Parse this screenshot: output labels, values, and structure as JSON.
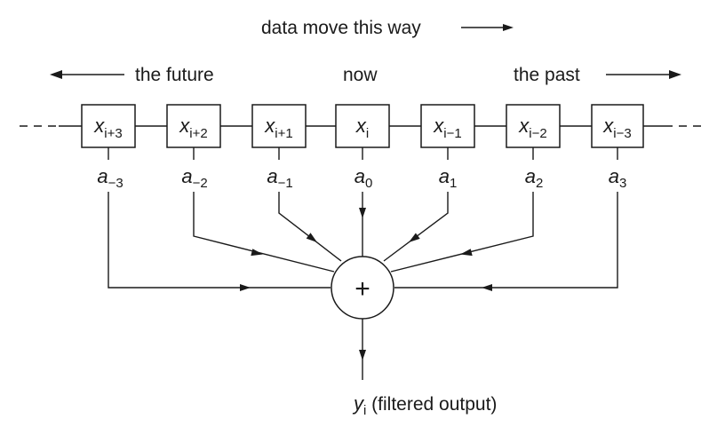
{
  "diagram": {
    "flow_label": "data move this way",
    "future_label": "the future",
    "now_label": "now",
    "past_label": "the past",
    "cells": [
      {
        "symbol": "x",
        "subscript": "i+3"
      },
      {
        "symbol": "x",
        "subscript": "i+2"
      },
      {
        "symbol": "x",
        "subscript": "i+1"
      },
      {
        "symbol": "x",
        "subscript": "i"
      },
      {
        "symbol": "x",
        "subscript": "i−1"
      },
      {
        "symbol": "x",
        "subscript": "i−2"
      },
      {
        "symbol": "x",
        "subscript": "i−3"
      }
    ],
    "coefficients": [
      {
        "symbol": "a",
        "subscript": "−3"
      },
      {
        "symbol": "a",
        "subscript": "−2"
      },
      {
        "symbol": "a",
        "subscript": "−1"
      },
      {
        "symbol": "a",
        "subscript": "0"
      },
      {
        "symbol": "a",
        "subscript": "1"
      },
      {
        "symbol": "a",
        "subscript": "2"
      },
      {
        "symbol": "a",
        "subscript": "3"
      }
    ],
    "sum_symbol": "+",
    "output": {
      "symbol": "y",
      "subscript": "i",
      "text": " (filtered output)"
    }
  }
}
